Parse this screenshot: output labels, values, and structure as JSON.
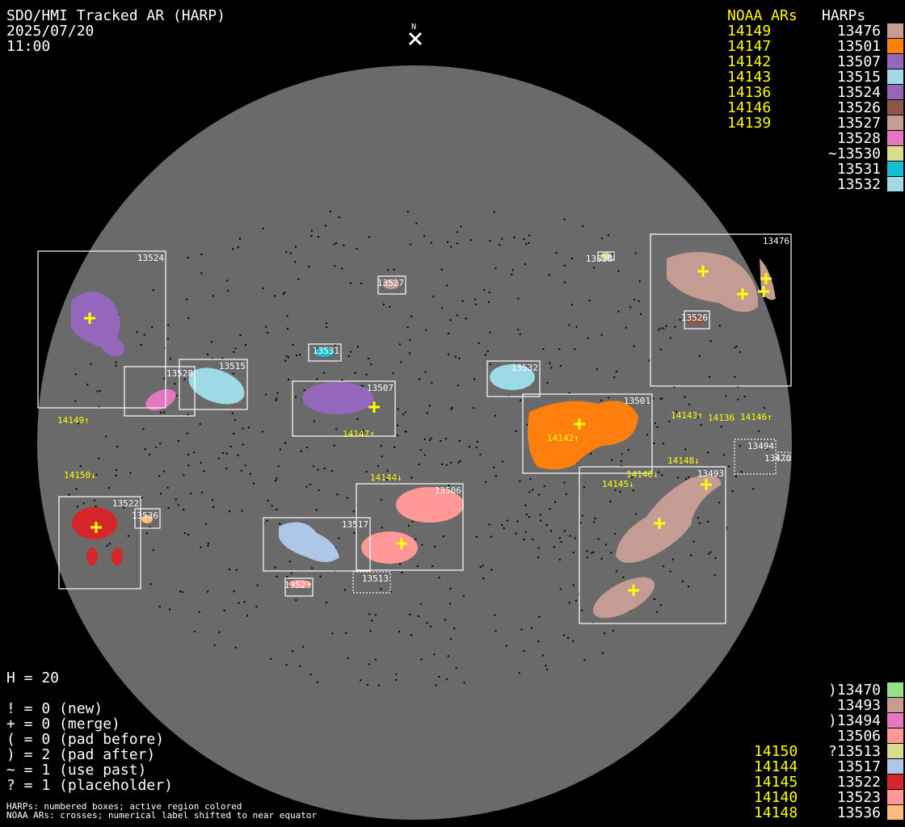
{
  "header": {
    "title": "SDO/HMI Tracked AR (HARP)",
    "date": "2025/07/20",
    "time": "11:00",
    "north_label": "N"
  },
  "legend_top": {
    "noaa_header": "NOAA ARs",
    "harp_header": "HARPs",
    "noaa": [
      "14149",
      "14147",
      "14142",
      "14143",
      "14136",
      "14146",
      "14139"
    ],
    "harps": [
      {
        "label": "13476",
        "color": "#c49c94"
      },
      {
        "label": "13501",
        "color": "#ff7f0e"
      },
      {
        "label": "13507",
        "color": "#9467bd"
      },
      {
        "label": "13515",
        "color": "#9edae5"
      },
      {
        "label": "13524",
        "color": "#9467bd"
      },
      {
        "label": "13526",
        "color": "#8c564b"
      },
      {
        "label": "13527",
        "color": "#c49c94"
      },
      {
        "label": "13528",
        "color": "#e377c2"
      },
      {
        "label": "~13530",
        "color": "#dbdb8d"
      },
      {
        "label": "13531",
        "color": "#17becf"
      },
      {
        "label": "13532",
        "color": "#9edae5"
      }
    ]
  },
  "legend_bottom": {
    "noaa": [
      "",
      "",
      "",
      "",
      "14150",
      "14144",
      "14145",
      "14140",
      "14148"
    ],
    "harps": [
      {
        "label": ")13470",
        "color": "#98df8a"
      },
      {
        "label": "13493",
        "color": "#c49c94"
      },
      {
        "label": ")13494",
        "color": "#e377c2"
      },
      {
        "label": "13506",
        "color": "#ff9896"
      },
      {
        "label": "?13513",
        "color": "#dbdb8d"
      },
      {
        "label": "13517",
        "color": "#aec7e8"
      },
      {
        "label": "13522",
        "color": "#d62728"
      },
      {
        "label": "13523",
        "color": "#ff9896"
      },
      {
        "label": "13536",
        "color": "#ffbb78"
      }
    ]
  },
  "stats": {
    "h": "H = 20",
    "lines": [
      "! = 0 (new)",
      "+ = 0 (merge)",
      "( = 0 (pad before)",
      ") = 2 (pad after)",
      "~ = 1 (use past)",
      "? = 1 (placeholder)"
    ],
    "note1": "HARPs: numbered boxes; active region colored",
    "note2": "NOAA ARs: crosses; numerical label shifted to near equator"
  },
  "disk": {
    "harp_boxes": [
      "13524",
      "13528",
      "13515",
      "13531",
      "13527",
      "13530",
      "13507",
      "13532",
      "13501",
      "13476",
      "13526",
      "13494",
      "13470",
      "13522",
      "13536",
      "13517",
      "13506",
      "13513",
      "13523",
      "13493"
    ],
    "noaa_labels": [
      "14149↑",
      "14147↑",
      "14150↓",
      "14144↓",
      "14142↑",
      "14143↑",
      "14136",
      "14146↑",
      "14140↓",
      "14145↓",
      "14148↓"
    ]
  }
}
